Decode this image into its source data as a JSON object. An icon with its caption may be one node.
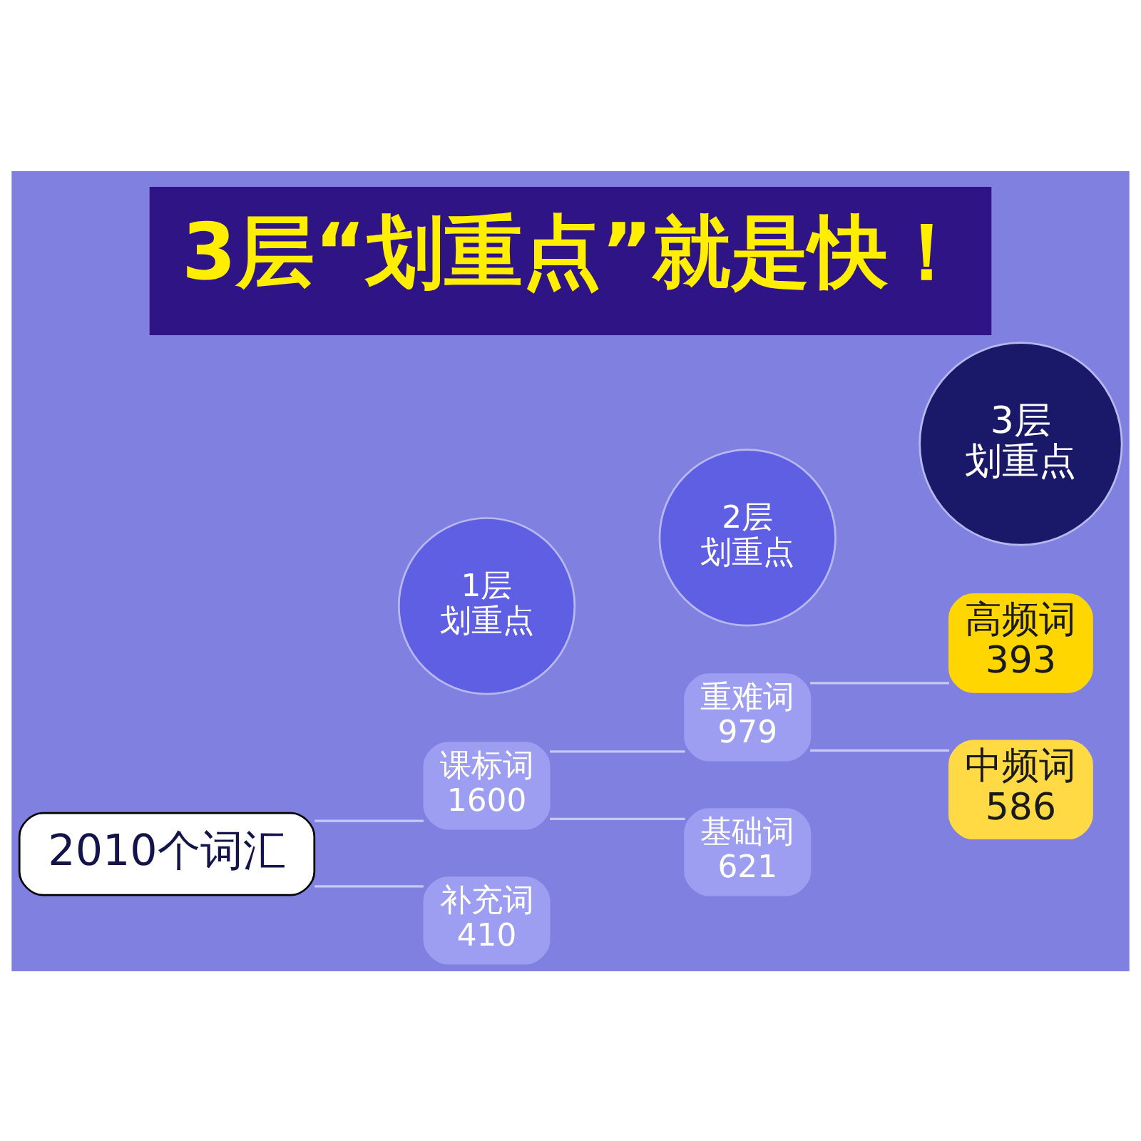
{
  "diagram": {
    "title": "3层“划重点”就是快！",
    "nodes": [
      {
        "text": [
          "2010个词汇"
        ]
      },
      {
        "text": [
          "1层",
          "划重点"
        ]
      },
      {
        "text": [
          "课标词",
          "1600"
        ]
      },
      {
        "text": [
          "补充词",
          "410"
        ]
      },
      {
        "text": [
          "2层",
          "划重点"
        ]
      },
      {
        "text": [
          "重难词",
          "979"
        ]
      },
      {
        "text": [
          "基础词",
          "621"
        ]
      },
      {
        "text": [
          "3层",
          "划重点"
        ]
      },
      {
        "text": [
          "高频词",
          "393"
        ]
      },
      {
        "text": [
          "中频词",
          "586"
        ]
      }
    ],
    "edges": [
      {
        "from": 0,
        "to": 2,
        "arrow": "none"
      },
      {
        "from": 0,
        "to": 3,
        "arrow": "none"
      },
      {
        "from": 2,
        "to": 5,
        "arrow": "none"
      },
      {
        "from": 2,
        "to": 6,
        "arrow": "none"
      },
      {
        "from": 5,
        "to": 8,
        "arrow": "none"
      },
      {
        "from": 5,
        "to": 9,
        "arrow": "none"
      }
    ]
  }
}
